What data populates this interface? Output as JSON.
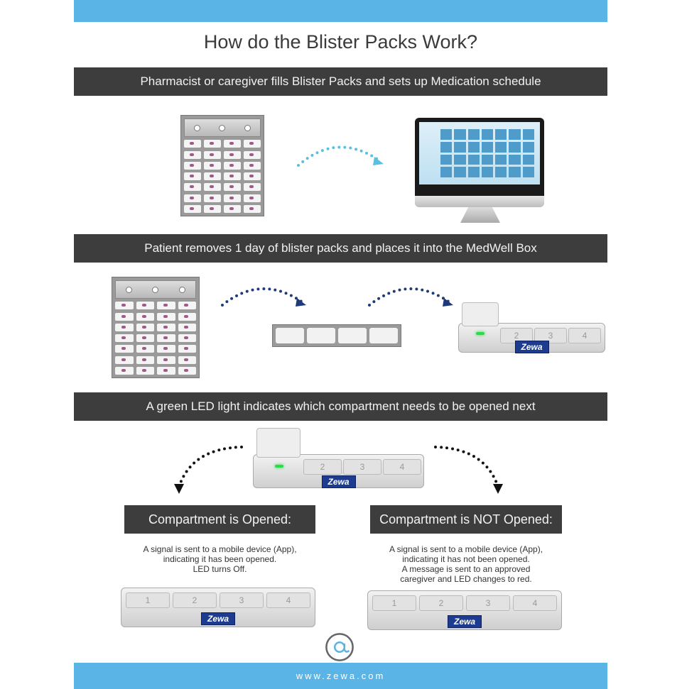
{
  "header": {
    "title": "How do the Blister Packs Work?"
  },
  "steps": [
    {
      "text": "Pharmacist or caregiver fills Blister Packs and sets up Medication schedule"
    },
    {
      "text": "Patient removes 1 day of blister packs and places it into the MedWell Box"
    },
    {
      "text": "A green LED light indicates which compartment needs to be opened next"
    }
  ],
  "outcomes": [
    {
      "label": "Compartment is Opened:",
      "lines": [
        "A signal is sent to a mobile device (App),",
        "indicating it has been opened.",
        "LED turns Off."
      ]
    },
    {
      "label": "Compartment is NOT Opened:",
      "lines": [
        "A signal is sent to a mobile device (App),",
        "indicating it has not been opened.",
        "A message is sent to an approved",
        "caregiver and LED changes to red."
      ]
    }
  ],
  "box": {
    "logo": "Zewa",
    "compartments": [
      "1",
      "2",
      "3",
      "4"
    ]
  },
  "footer": {
    "url": "www.zewa.com"
  },
  "colors": {
    "band": "#3d3d3d",
    "brand_blue": "#5ab4e5",
    "arrow_light": "#5bc0de",
    "arrow_navy": "#1f3a7a",
    "led_green": "#2bdc4a"
  }
}
